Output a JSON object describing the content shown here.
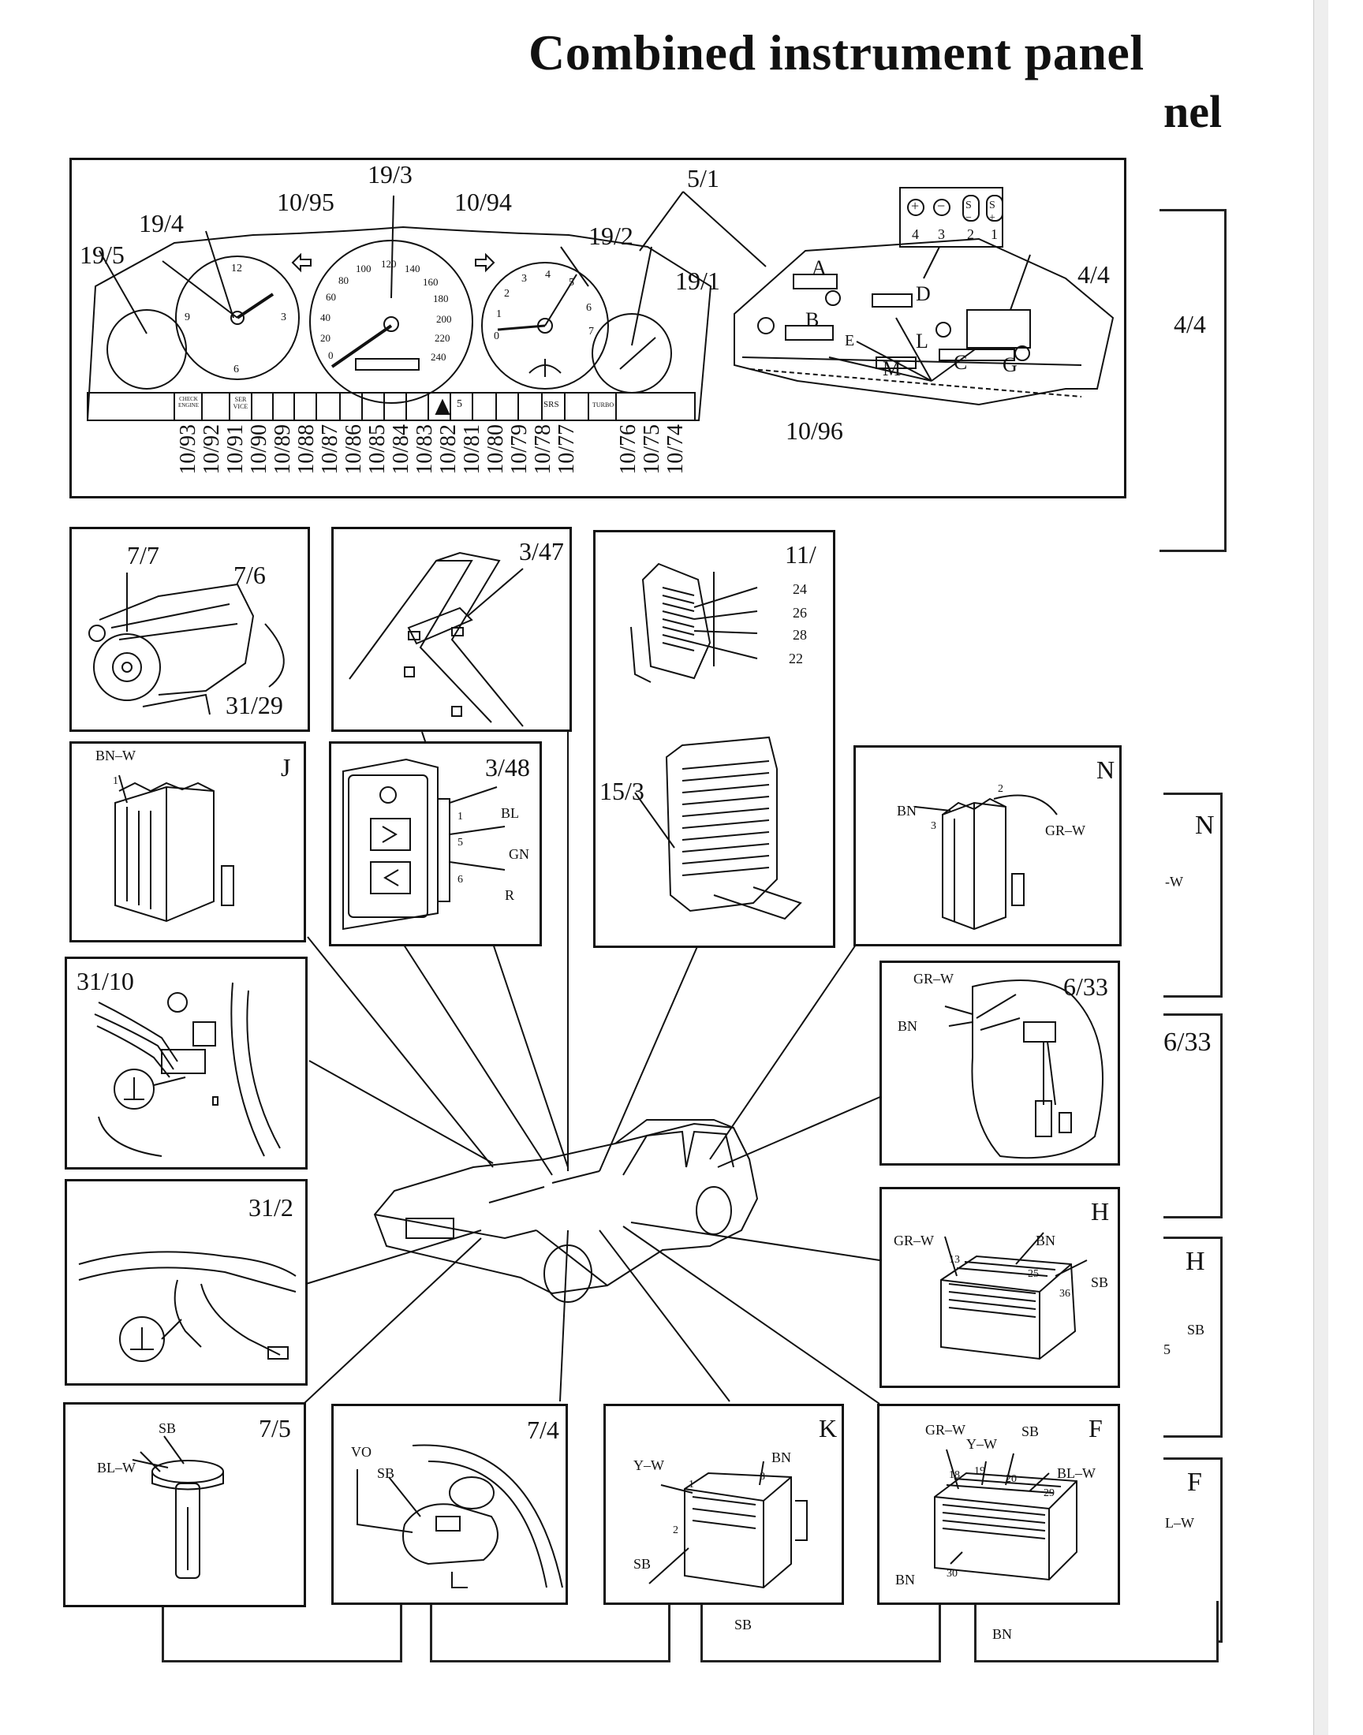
{
  "title": "Combined instrument panel",
  "title_ghost": "nel",
  "instrument_panel": {
    "callouts_top": [
      "19/3",
      "10/95",
      "10/94",
      "19/4",
      "19/2",
      "5/1",
      "19/5",
      "19/1",
      "4/4",
      "10/96"
    ],
    "switch_key": {
      "symbols": [
        "+",
        "−",
        "S −",
        "S +"
      ],
      "numbers": [
        "4",
        "3",
        "2",
        "1"
      ]
    },
    "letters": [
      "A",
      "B",
      "D",
      "L",
      "M",
      "C",
      "G",
      "E"
    ],
    "speedo_ticks": [
      "0",
      "20",
      "40",
      "60",
      "80",
      "100",
      "120",
      "140",
      "160",
      "180",
      "200",
      "220",
      "240"
    ],
    "tacho_ticks": [
      "0",
      "1",
      "2",
      "3",
      "4",
      "5",
      "6",
      "7"
    ],
    "clock_ticks": [
      "12",
      "3",
      "6",
      "9"
    ],
    "warning_lamp_labels": [
      "CHECK ENGINE",
      "SER VICE",
      "5",
      "SRS",
      "TURBO"
    ],
    "bottom_callouts": [
      "10/93",
      "10/92",
      "10/91",
      "10/90",
      "10/89",
      "10/88",
      "10/87",
      "10/86",
      "10/85",
      "10/84",
      "10/83",
      "10/82",
      "10/81",
      "10/80",
      "10/79",
      "10/78",
      "10/77",
      "10/76",
      "10/75",
      "10/74"
    ]
  },
  "panels": {
    "engine": {
      "labels": [
        "7/7",
        "7/6",
        "31/29"
      ]
    },
    "console": {
      "label": "3/47"
    },
    "fusebox": {
      "label": "11/",
      "pins": [
        "24",
        "26",
        "28",
        "22"
      ],
      "sub_label": "15/3"
    },
    "j_connector": {
      "label": "J",
      "wire": "BN–W",
      "pin": "1"
    },
    "switch_348": {
      "label": "3/48",
      "pins": [
        "1",
        "5",
        "6"
      ],
      "wires": [
        "BL",
        "GN",
        "R"
      ]
    },
    "n_connector": {
      "label": "N",
      "wires": [
        "BN",
        "GR–W"
      ],
      "pins": [
        "3",
        "2"
      ]
    },
    "ground_3110": {
      "label": "31/10"
    },
    "sensor_633": {
      "label": "6/33",
      "wires": [
        "GR–W",
        "BN"
      ]
    },
    "ground_312": {
      "label": "31/2"
    },
    "h_connector": {
      "label": "H",
      "wires": [
        "GR–W",
        "BN",
        "SB"
      ],
      "pins": [
        "13",
        "25",
        "36"
      ]
    },
    "fuel_75": {
      "label": "7/5",
      "wires": [
        "SB",
        "BL–W"
      ]
    },
    "reservoir_74": {
      "label": "7/4",
      "wires": [
        "VO",
        "SB"
      ]
    },
    "k_connector": {
      "label": "K",
      "wires": [
        "Y–W",
        "BN",
        "SB"
      ],
      "pins": [
        "1",
        "8",
        "2"
      ]
    },
    "f_connector": {
      "label": "F",
      "wires": [
        "GR–W",
        "Y–W",
        "SB",
        "BL–W",
        "BN"
      ],
      "pins": [
        "18",
        "19",
        "20",
        "29",
        "30"
      ]
    }
  },
  "ghost_panels": {
    "p44": {
      "label": "4/4"
    },
    "pN": {
      "label": "N",
      "wire": "-W"
    },
    "p633": {
      "label": "6/33"
    },
    "pH": {
      "label": "H",
      "wire": "SB",
      "pin": "5"
    },
    "pF": {
      "label": "F",
      "wire": "L–W"
    },
    "pBN": {
      "wire": "BN"
    },
    "pSB": {
      "wire": "SB"
    }
  }
}
